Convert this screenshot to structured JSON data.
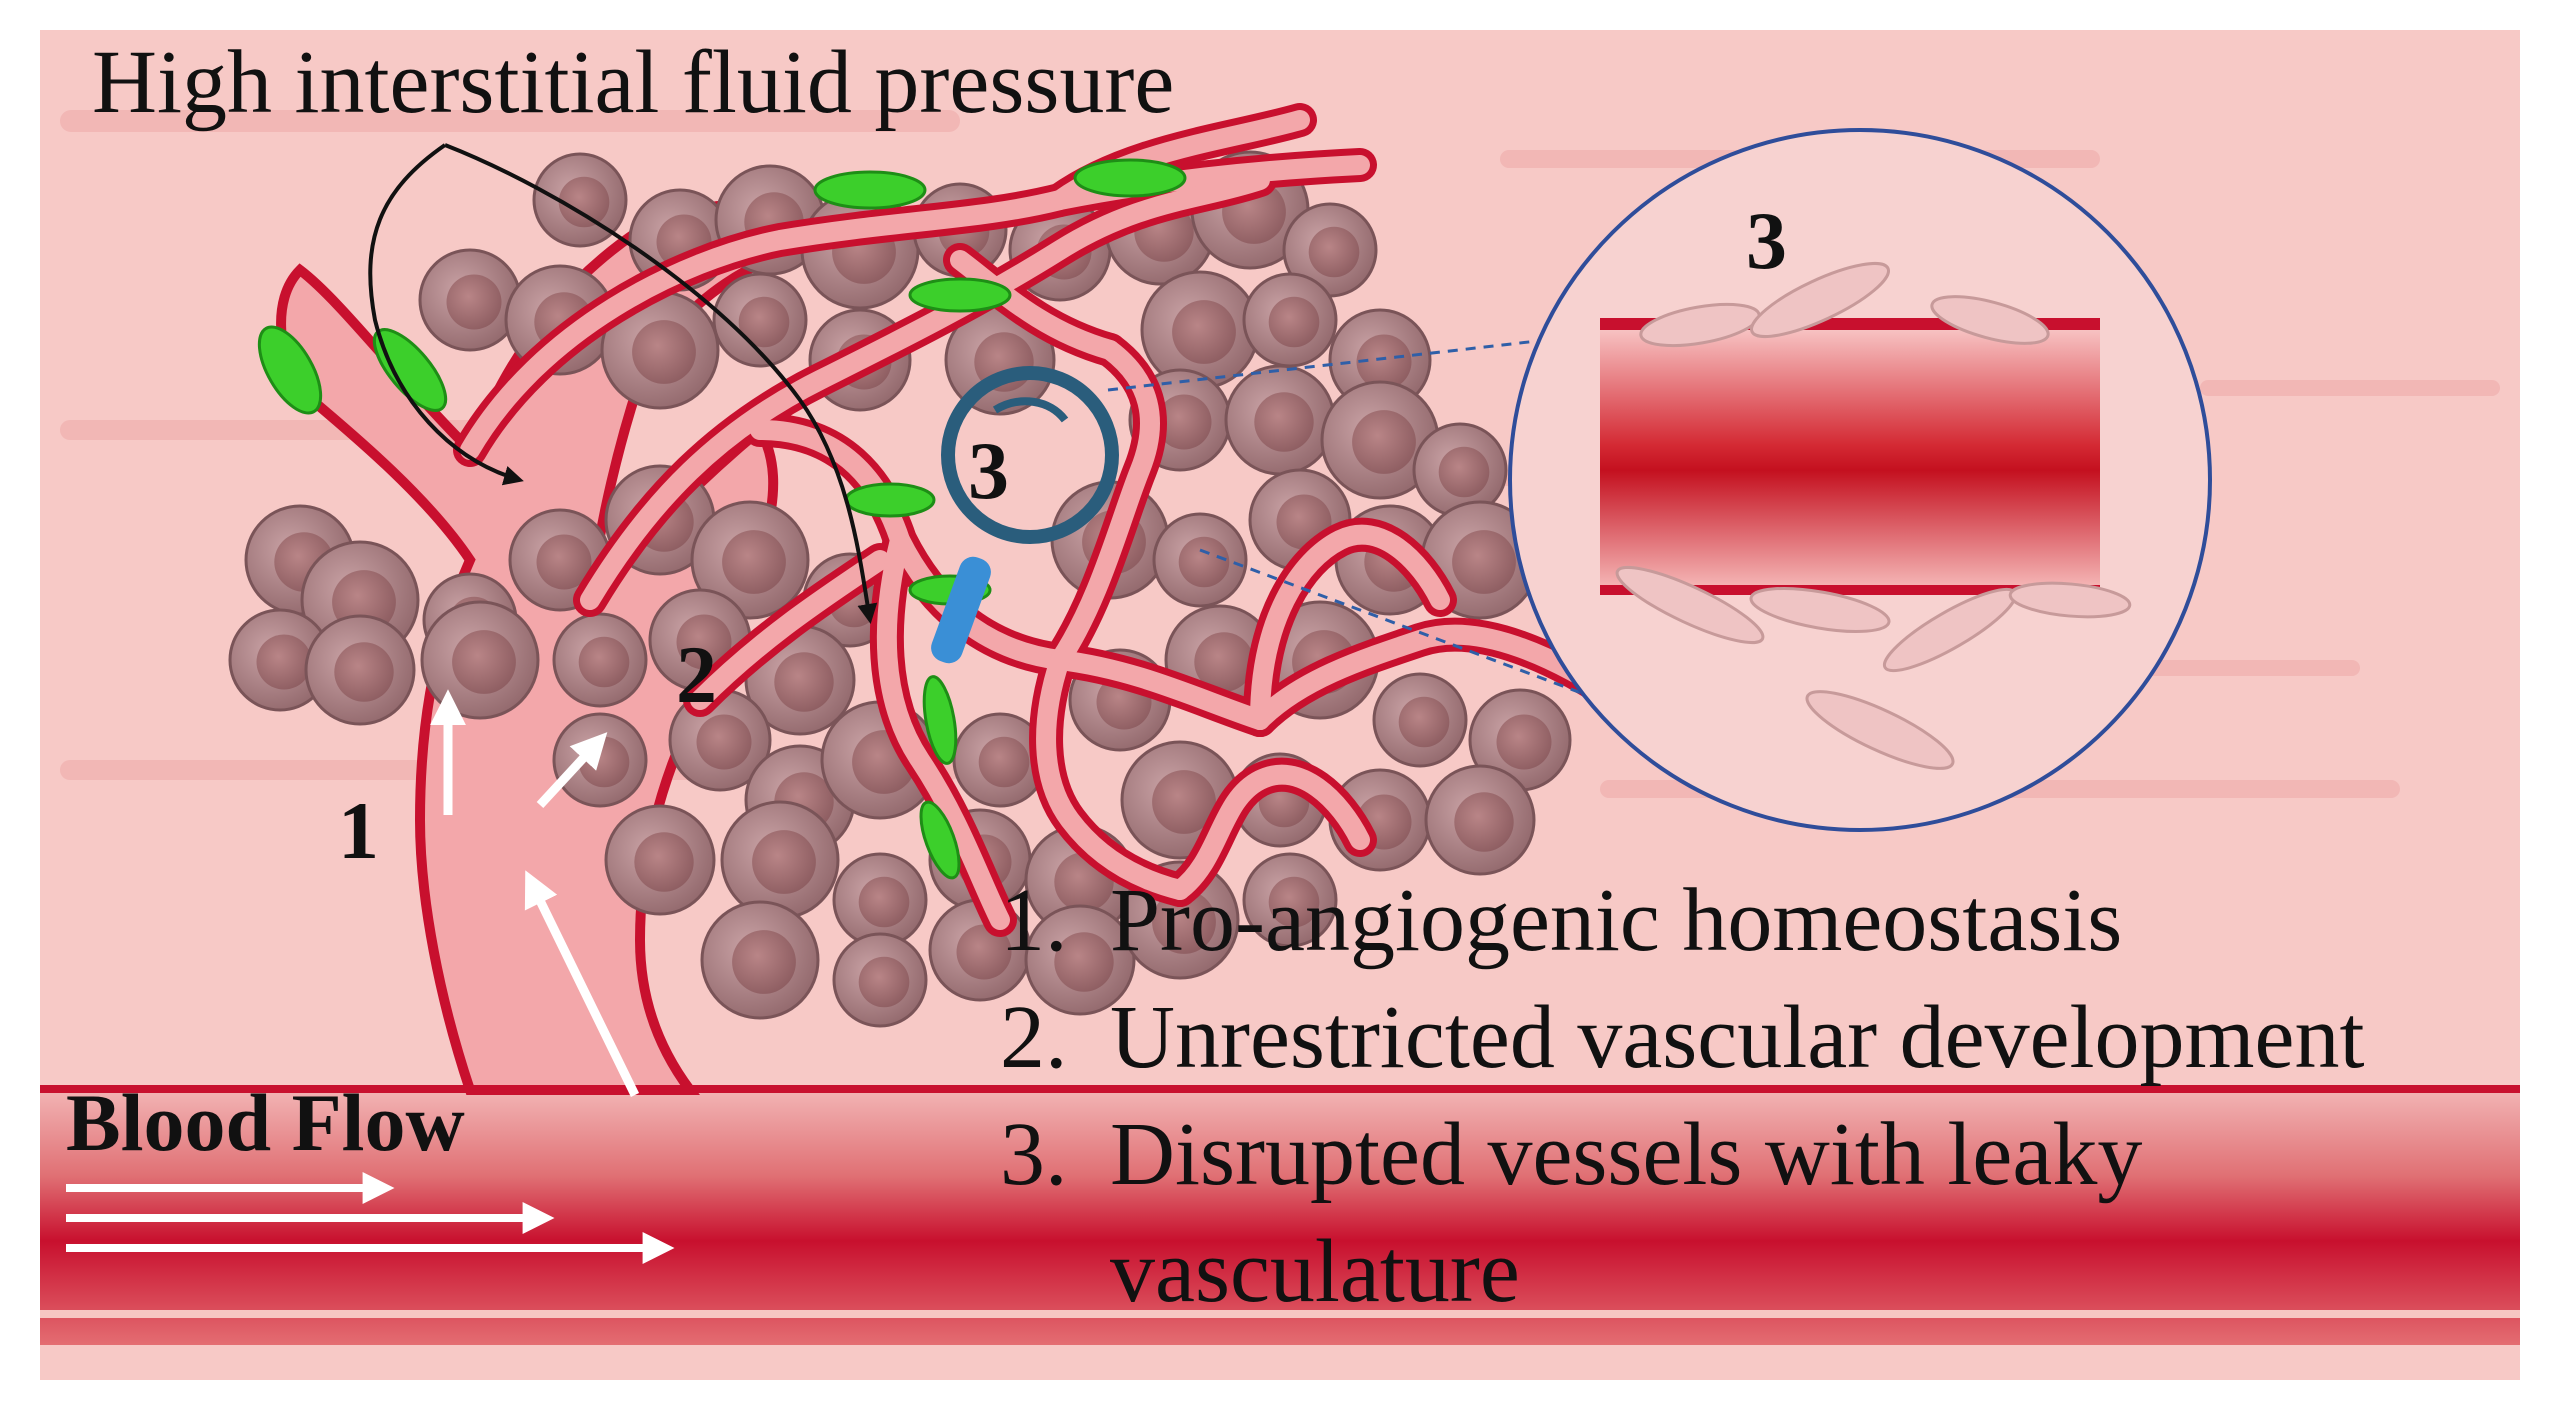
{
  "diagram": {
    "title": "High interstitial fluid pressure",
    "stage_numbers": [
      "1",
      "2",
      "3"
    ],
    "blood_flow_label": "Blood Flow",
    "legend": [
      {
        "num": "1.",
        "text": "Pro-angiogenic homeostasis"
      },
      {
        "num": "2.",
        "text": "Unrestricted vascular development"
      },
      {
        "num": "3.",
        "text": "Disrupted vessels with leaky vasculature"
      }
    ],
    "colors": {
      "tissue_background": "#f6c6c3",
      "vessel_red": "#c8102e",
      "vessel_fill": "#f2a3a7",
      "tumor_cell": "#a67f83",
      "fibroblast_green": "#3ccf2b",
      "zoom_circle": "#2f4d9a",
      "magnifier": "#2a5d7c",
      "pericyte": "#efc4c4"
    }
  }
}
